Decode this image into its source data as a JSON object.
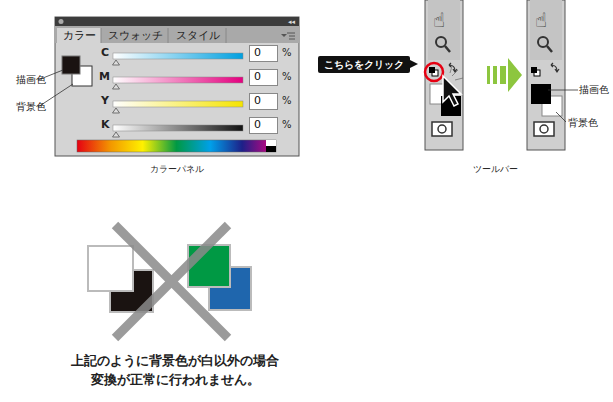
{
  "diagram": {
    "caption": "上記のように背景色が白以外の場合 変換が正常に行われません。",
    "nodes": [
      {
        "text": [
          "カラー"
        ]
      },
      {
        "text": [
          "スウォッチ"
        ]
      },
      {
        "text": [
          "スタイル"
        ]
      },
      {
        "text": [
          "0"
        ]
      },
      {
        "text": [
          "0"
        ]
      },
      {
        "text": [
          "0"
        ]
      },
      {
        "text": [
          "0"
        ]
      },
      {
        "text": [
          "こちらをクリック"
        ]
      }
    ],
    "labels": [
      "描画色",
      "背景色",
      "C",
      "M",
      "Y",
      "K",
      "%",
      "%",
      "%",
      "%",
      "カラーパネル",
      "描画色",
      "背景色",
      "ツールバー"
    ]
  }
}
